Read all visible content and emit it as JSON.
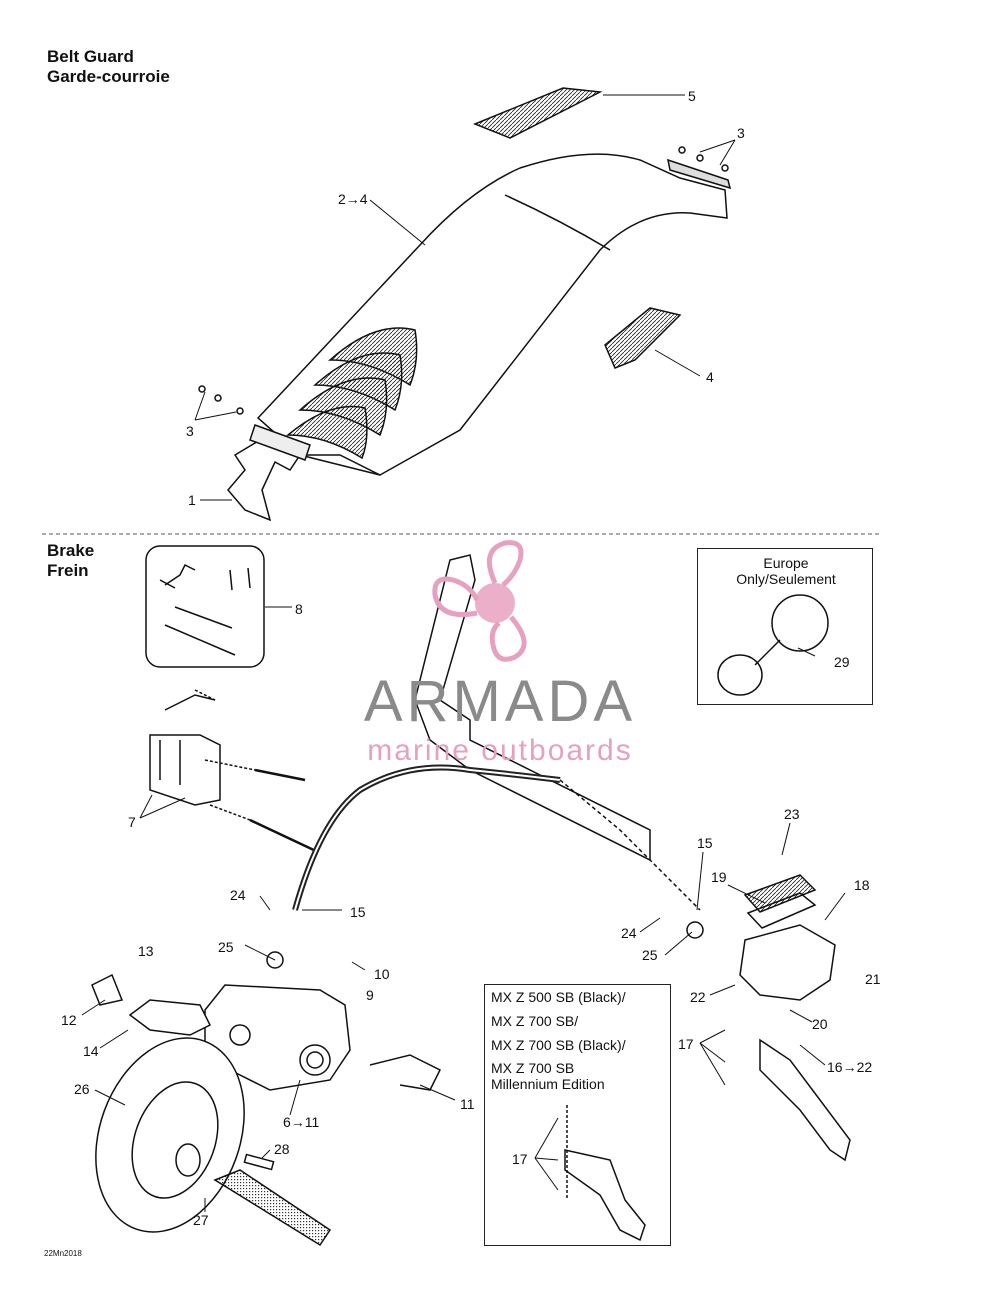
{
  "sections": {
    "belt_guard": {
      "title_en": "Belt Guard",
      "title_fr": "Garde-courroie"
    },
    "brake": {
      "title_en": "Brake",
      "title_fr": "Frein"
    }
  },
  "callouts": {
    "c5": "5",
    "c3_top": "3",
    "c2_4": "2→4",
    "c4": "4",
    "c3_left": "3",
    "c1": "1",
    "c8": "8",
    "c29": "29",
    "c7": "7",
    "c23": "23",
    "c15_right": "15",
    "c18": "18",
    "c19": "19",
    "c24_left": "24",
    "c15_left": "15",
    "c25_left": "25",
    "c13": "13",
    "c10": "10",
    "c9": "9",
    "c24_right": "24",
    "c25_right": "25",
    "c21": "21",
    "c22": "22",
    "c12": "12",
    "c20": "20",
    "c14": "14",
    "c17": "17",
    "c16_22": "16→22",
    "c26": "26",
    "c6_11": "6→11",
    "c11": "11",
    "c28": "28",
    "c17_inset": "17",
    "c27": "27"
  },
  "europe_box": {
    "line1": "Europe",
    "line2": "Only/Seulement"
  },
  "models_box": {
    "lines": [
      "MX Z 500 SB (Black)/",
      "MX Z 700 SB/",
      "MX Z 700 SB (Black)/",
      "MX Z 700 SB",
      "Millennium Edition"
    ]
  },
  "figure_code": "22Mn2018",
  "watermark": {
    "brand": "ARMADA",
    "tagline": "marine outboards",
    "color": "#e7a1c0",
    "text_color": "#8a8a8a"
  }
}
